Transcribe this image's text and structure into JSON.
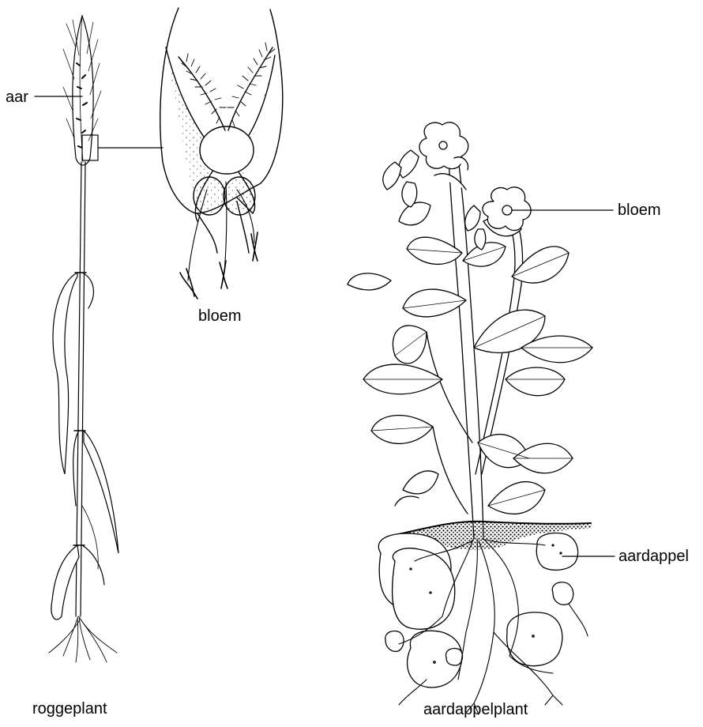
{
  "labels": {
    "aar": "aar",
    "rye_flower": "bloem",
    "rye_plant": "roggeplant",
    "potato_flower": "bloem",
    "potato_tuber": "aardappel",
    "potato_plant": "aardappelplant"
  },
  "colors": {
    "ink": "#000000",
    "background": "#ffffff"
  }
}
